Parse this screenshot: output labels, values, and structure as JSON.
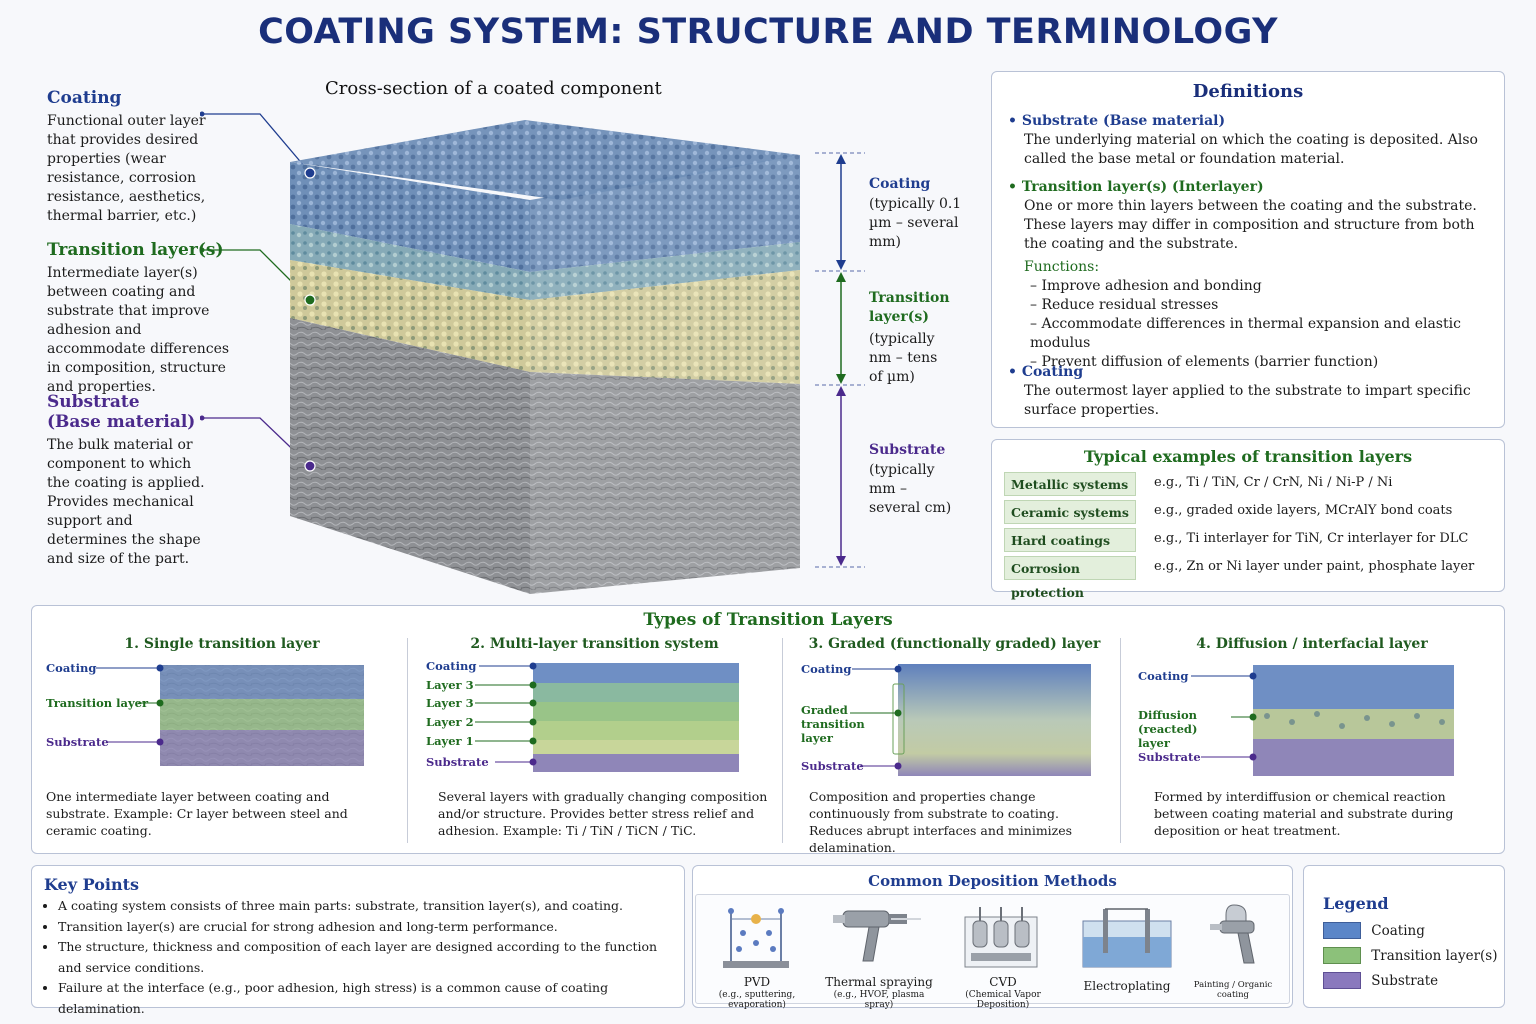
{
  "title": "COATING SYSTEM: STRUCTURE AND TERMINOLOGY",
  "cross_section": {
    "title": "Cross-section of a coated component",
    "left_labels": [
      {
        "heading": "Coating",
        "text": "Functional outer layer that provides desired properties (wear resistance, corrosion resistance, aesthetics, thermal barrier, etc.)"
      },
      {
        "heading": "Transition layer(s)",
        "text": "Intermediate layer(s) between coating and substrate that improve adhesion and accommodate differences in composition, structure and properties."
      },
      {
        "heading": "Substrate",
        "heading2": "(Base material)",
        "text": "The bulk material or component to which the coating is applied. Provides mechanical support and determines the shape and size of the part."
      }
    ],
    "right_labels": [
      {
        "heading": "Coating",
        "text": "(typically 0.1 µm – several mm)"
      },
      {
        "heading": "Transition layer(s)",
        "text": "(typically nm – tens of µm)"
      },
      {
        "heading": "Substrate",
        "text": "(typically mm – several cm)"
      }
    ]
  },
  "definitions": {
    "title": "Definitions",
    "items": [
      {
        "term": "Substrate (Base material)",
        "text": "The underlying material on which the coating is deposited. Also called the base metal or foundation material."
      },
      {
        "term": "Transition layer(s) (Interlayer)",
        "text": "One or more thin layers between the coating and the substrate. These layers may differ in composition and structure from both the coating and the substrate."
      },
      {
        "term": "Coating",
        "text": "The outermost layer applied to the substrate to impart specific surface properties."
      }
    ],
    "functions_label": "Functions:",
    "functions": [
      "Improve adhesion and bonding",
      "Reduce residual stresses",
      "Accommodate differences in thermal expansion and elastic modulus",
      "Prevent diffusion of elements (barrier function)"
    ]
  },
  "examples": {
    "title": "Typical examples of transition layers",
    "rows": [
      {
        "tag": "Metallic systems",
        "value": "e.g., Ti / TiN, Cr / CrN, Ni / Ni-P / Ni"
      },
      {
        "tag": "Ceramic systems",
        "value": "e.g., graded oxide layers, MCrAlY bond coats"
      },
      {
        "tag": "Hard coatings",
        "value": "e.g., Ti interlayer for TiN, Cr interlayer for DLC"
      },
      {
        "tag": "Corrosion protection",
        "value": "e.g., Zn or Ni layer under paint, phosphate layer"
      }
    ]
  },
  "types": {
    "title": "Types of Transition Layers",
    "columns": [
      {
        "heading": "1. Single transition layer",
        "labels": [
          "Coating",
          "Transition layer",
          "Substrate"
        ],
        "desc": "One intermediate layer between coating and substrate. Example: Cr layer between steel and ceramic coating."
      },
      {
        "heading": "2. Multi-layer transition system",
        "labels": [
          "Coating",
          "Layer 3",
          "Layer 3",
          "Layer 2",
          "Layer 1",
          "Substrate"
        ],
        "desc": "Several layers with gradually changing composition and/or structure. Provides better stress relief and adhesion. Example: Ti / TiN / TiCN / TiC."
      },
      {
        "heading": "3. Graded (functionally graded) layer",
        "labels": [
          "Coating",
          "Graded transition layer",
          "Substrate"
        ],
        "desc": "Composition and properties change continuously from substrate to coating. Reduces abrupt interfaces and minimizes delamination."
      },
      {
        "heading": "4. Diffusion / interfacial layer",
        "labels": [
          "Coating",
          "Diffusion (reacted) layer",
          "Substrate"
        ],
        "desc": "Formed by interdiffusion or chemical reaction between coating material and substrate during deposition or heat treatment."
      }
    ]
  },
  "key_points": {
    "title": "Key Points",
    "items": [
      "A coating system consists of three main parts: substrate, transition layer(s), and coating.",
      "Transition layer(s) are crucial for strong adhesion and long-term performance.",
      "The structure, thickness and composition of each layer are designed according to the function and service conditions.",
      "Failure at the interface (e.g., poor adhesion, high stress) is a common cause of coating delamination."
    ]
  },
  "deposition": {
    "title": "Common Deposition Methods",
    "methods": [
      {
        "name": "PVD",
        "sub": "(e.g., sputtering, evaporation)",
        "icon": "pvd-chamber-icon"
      },
      {
        "name": "Thermal spraying",
        "sub": "(e.g., HVOF, plasma spray)",
        "icon": "spray-gun-icon"
      },
      {
        "name": "CVD",
        "sub": "(Chemical Vapor Deposition)",
        "icon": "cvd-reactor-icon"
      },
      {
        "name": "Electroplating",
        "sub": "",
        "icon": "plating-bath-icon"
      },
      {
        "name": "Painting / Organic coating",
        "sub": "",
        "icon": "paint-gun-icon"
      }
    ]
  },
  "legend": {
    "title": "Legend",
    "items": [
      {
        "label": "Coating",
        "color": "#5b86c8"
      },
      {
        "label": "Transition layer(s)",
        "color": "#8cc17a"
      },
      {
        "label": "Substrate",
        "color": "#8a79bd"
      }
    ]
  },
  "colors": {
    "title": "#1a2f7a",
    "coating": "#1f3d8f",
    "transition": "#1f6b1f",
    "substrate": "#4b2a8c"
  }
}
